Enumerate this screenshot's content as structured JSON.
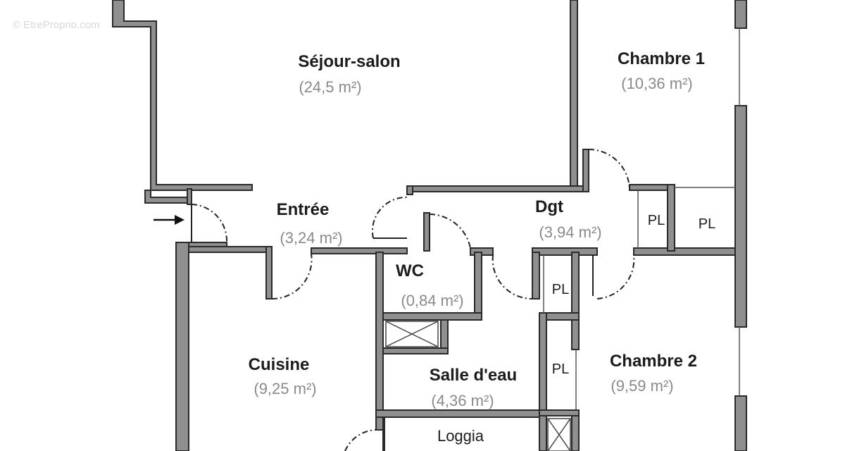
{
  "watermark": "© EtreProprio.com",
  "rooms": {
    "sejour": {
      "name": "Séjour-salon",
      "area": "(24,5 m²)"
    },
    "chambre1": {
      "name": "Chambre 1",
      "area": "(10,36 m²)"
    },
    "entree": {
      "name": "Entrée",
      "area": "(3,24 m²)"
    },
    "dgt": {
      "name": "Dgt",
      "area": "(3,94 m²)"
    },
    "wc": {
      "name": "WC",
      "area": "(0,84 m²)"
    },
    "cuisine": {
      "name": "Cuisine",
      "area": "(9,25 m²)"
    },
    "salle_eau": {
      "name": "Salle d'eau",
      "area": "(4,36 m²)"
    },
    "chambre2": {
      "name": "Chambre 2",
      "area": "(9,59 m²)"
    },
    "loggia": {
      "name": "Loggia"
    }
  },
  "closets": {
    "pl1": "PL",
    "pl2": "PL",
    "pl3": "PL",
    "pl4": "PL"
  },
  "colors": {
    "wall": "#8f8f8f",
    "text": "#1c1c1c",
    "area_text": "#8a8a8a"
  }
}
